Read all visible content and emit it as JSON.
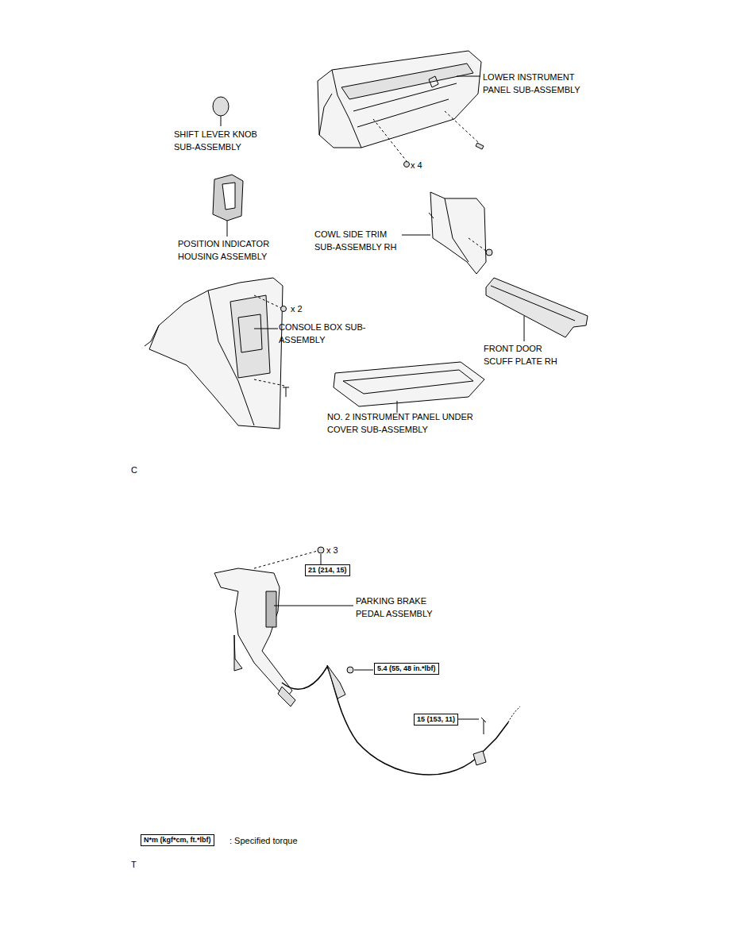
{
  "diagram": {
    "nodes": [
      {
        "text": [
          "21 (214, 15)"
        ]
      },
      {
        "text": [
          "5.4 (55, 48 in.*lbf)"
        ]
      },
      {
        "text": [
          "15 (153, 11)"
        ]
      },
      {
        "text": [
          "N*m (kgf*cm, ft.*lbf)"
        ]
      }
    ],
    "labels": [
      "LOWER INSTRUMENT PANEL SUB-ASSEMBLY",
      "SHIFT LEVER KNOB SUB-ASSEMBLY",
      "x 4",
      "COWL SIDE TRIM SUB-ASSEMBLY RH",
      "POSITION INDICATOR HOUSING ASSEMBLY",
      "x 2",
      "CONSOLE BOX SUB-ASSEMBLY",
      "FRONT DOOR SCUFF PLATE RH",
      "NO. 2 INSTRUMENT PANEL UNDER COVER SUB-ASSEMBLY",
      "C",
      "x 3",
      "PARKING BRAKE PEDAL ASSEMBLY",
      ": Specified torque",
      "T"
    ]
  }
}
